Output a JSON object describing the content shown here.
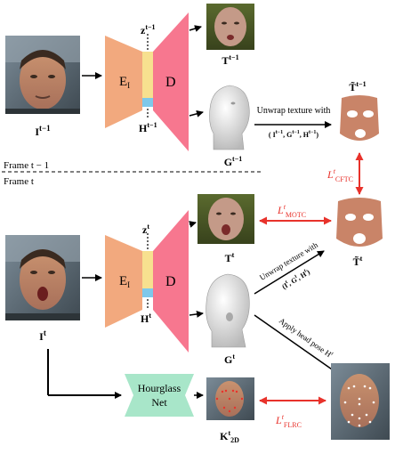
{
  "frames": {
    "prev_label": "Frame t − 1",
    "curr_label": "Frame t"
  },
  "images": {
    "input_prev": "I^{t-1}",
    "input_curr": "I^t",
    "texture_prev": "T^{t-1}",
    "texture_curr": "T^t",
    "unwrapped_prev": "T̃^{t-1}",
    "unwrapped_curr": "T̃^t",
    "geometry_prev": "G^{t-1}",
    "geometry_curr": "G^t",
    "landmarks_2d": "K^t_2D"
  },
  "modules": {
    "encoder_label": "E",
    "encoder_sub": "I",
    "decoder_label": "D",
    "hourglass_line1": "Hourglass",
    "hourglass_line2": "Net",
    "z_prev": "z",
    "z_prev_sup": "t−1",
    "h_prev": "H",
    "h_prev_sup": "t−1",
    "z_curr": "z",
    "z_curr_sup": "t",
    "h_curr": "H",
    "h_curr_sup": "t"
  },
  "labels": {
    "unwrap_prev": "Unwrap texture with",
    "unwrap_prev_args": "( I^{t−1}, G^{t−1}, H^{t−1})",
    "unwrap_curr": "Unwrap texture with",
    "unwrap_curr_args": "(I^t, G^t, H^t)",
    "apply_pose": "Apply head pose H^t",
    "loss_cftc": "L^t_CFTC",
    "loss_motc": "L^t_MOTC",
    "loss_flrc": "L^t_FLRC"
  },
  "colors": {
    "encoder": "#f2a97e",
    "decoder": "#f7778f",
    "latent_z": "#f7e08f",
    "latent_h": "#7ec8ea",
    "hourglass": "#a8e6c9",
    "loss_red": "#e8322b"
  }
}
